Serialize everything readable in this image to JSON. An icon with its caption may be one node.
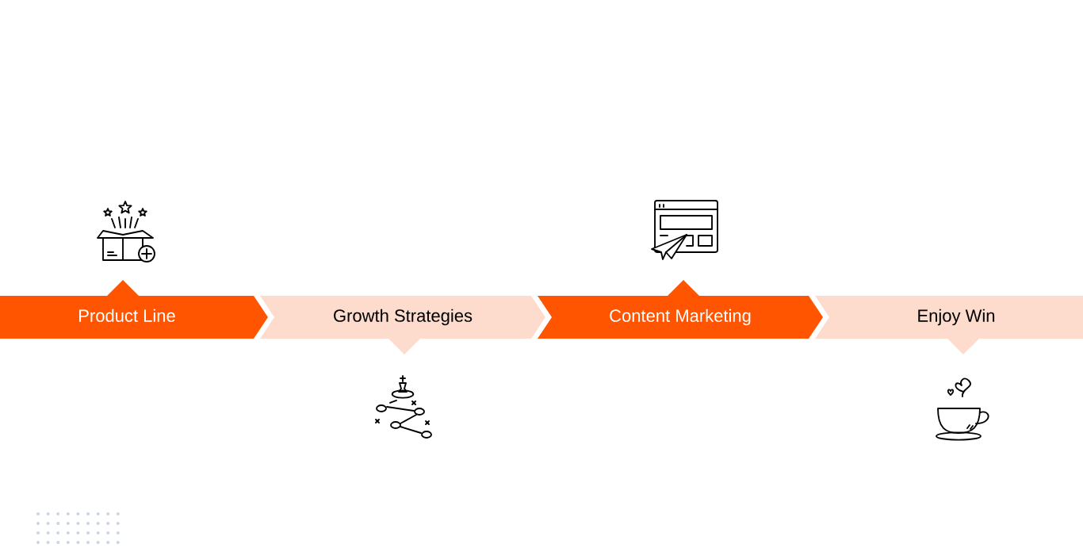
{
  "diagram": {
    "nodes": [
      {
        "text": [
          "Product Line"
        ]
      },
      {
        "text": [
          "Growth Strategies"
        ]
      },
      {
        "text": [
          "Content Marketing"
        ]
      },
      {
        "text": [
          "Enjoy Win"
        ]
      }
    ]
  }
}
